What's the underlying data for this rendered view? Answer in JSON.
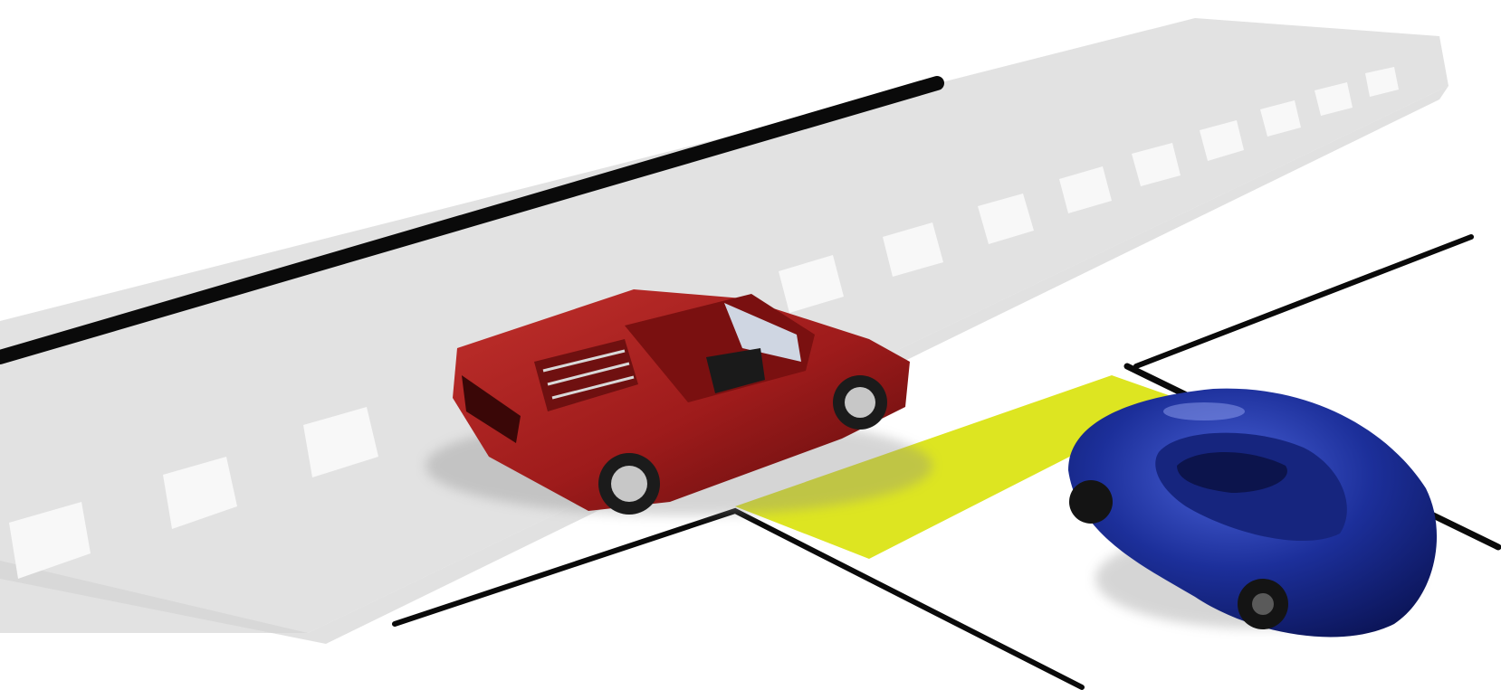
{
  "scene": {
    "description_visible_text": "",
    "colors": {
      "background": "#ffffff",
      "road": "#e3e3e3",
      "road_shadow": "#cfcfcf",
      "lane_dash": "#f7f7f7",
      "edge_line": "#000000",
      "highlight_zone": "#dfe61e",
      "red_car": "#9e1b1b",
      "blue_car": "#1c2f9a"
    },
    "elements": {
      "main_road": "road",
      "side_road": "side-street",
      "red_car": "sports-car",
      "blue_car": "compact-car",
      "highlight": "conflict-zone"
    }
  }
}
